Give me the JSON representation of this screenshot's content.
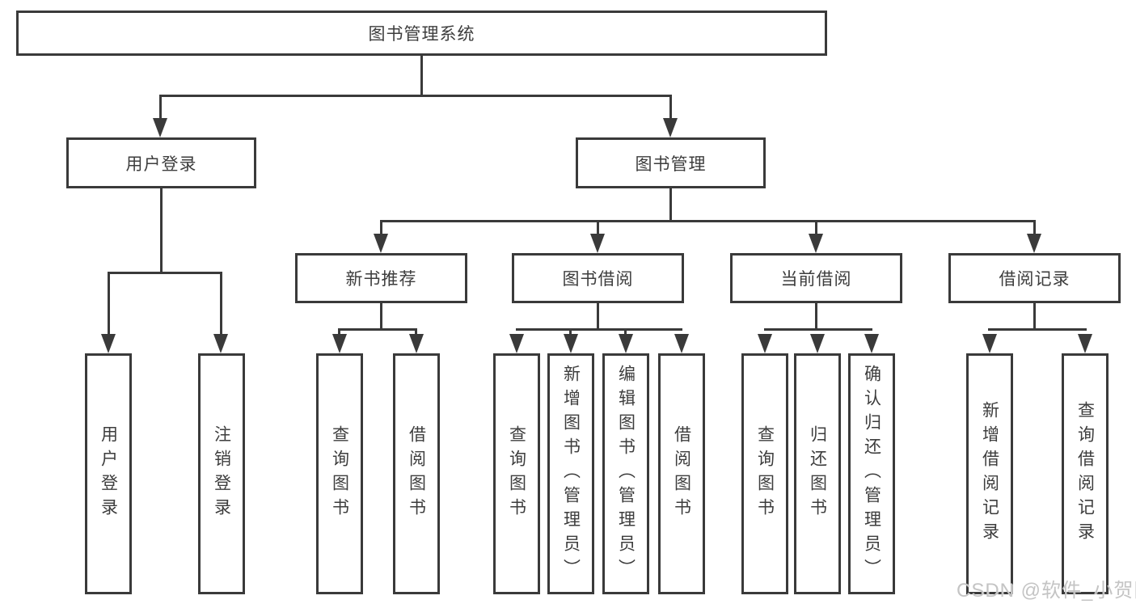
{
  "diagram": {
    "title": "图书管理系统",
    "level2": [
      {
        "label": "用户登录"
      },
      {
        "label": "图书管理"
      }
    ],
    "level3": [
      {
        "label": "新书推荐"
      },
      {
        "label": "图书借阅"
      },
      {
        "label": "当前借阅"
      },
      {
        "label": "借阅记录"
      }
    ],
    "leaves": {
      "user_login": [
        {
          "label": "用户登录"
        },
        {
          "label": "注销登录"
        }
      ],
      "new_book_rec": [
        {
          "label": "查询图书"
        },
        {
          "label": "借阅图书"
        }
      ],
      "book_borrow": [
        {
          "label": "查询图书"
        },
        {
          "label": "新增图书（管理员）"
        },
        {
          "label": "编辑图书（管理员）"
        },
        {
          "label": "借阅图书"
        }
      ],
      "current_borrow": [
        {
          "label": "查询图书"
        },
        {
          "label": "归还图书"
        },
        {
          "label": "确认归还（管理员）"
        }
      ],
      "borrow_records": [
        {
          "label": "新增借阅记录"
        },
        {
          "label": "查询借阅记录"
        }
      ]
    }
  },
  "watermark": {
    "text": "CSDN @软件_小贺同学"
  },
  "colors": {
    "line": "#3a3a3a",
    "text": "#3d3d3d",
    "watermark": "#c4c4c4",
    "bg": "#ffffff"
  }
}
